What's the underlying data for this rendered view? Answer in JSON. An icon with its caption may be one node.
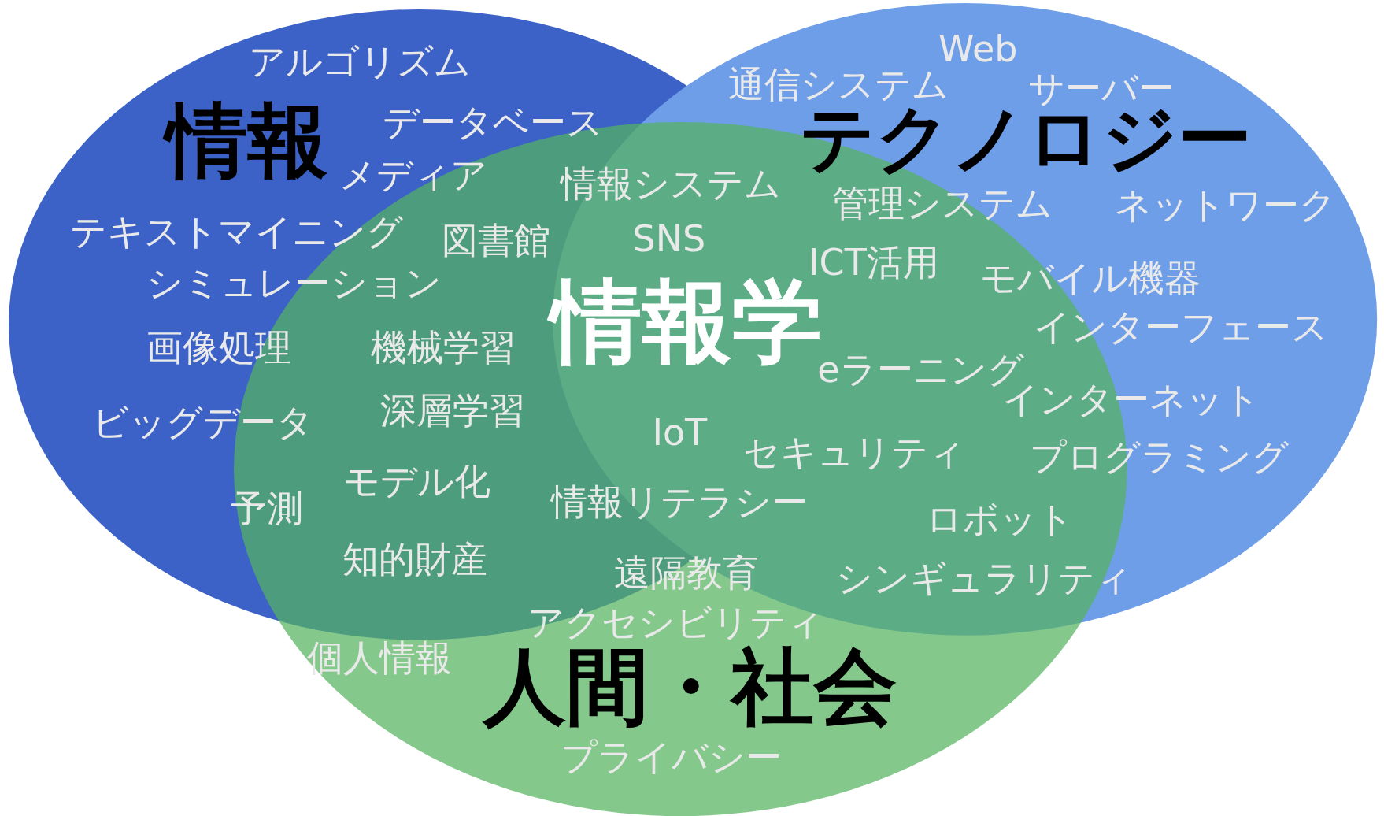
{
  "diagram": {
    "nodes": [
      {
        "text": [
          "情報"
        ]
      },
      {
        "text": [
          "テクノロジー"
        ]
      },
      {
        "text": [
          "人間・社会"
        ]
      }
    ],
    "labels": [
      "アルゴリズム",
      "Web",
      "通信システム",
      "サーバー",
      "データベース",
      "メディア",
      "情報システム",
      "管理システム",
      "ネットワーク",
      "テキストマイニング",
      "図書館",
      "SNS",
      "ICT活用",
      "シミュレーション",
      "モバイル機器",
      "情報学",
      "インターフェース",
      "画像処理",
      "機械学習",
      "eラーニング",
      "ビッグデータ",
      "深層学習",
      "インターネット",
      "IoT",
      "セキュリティ",
      "プログラミング",
      "モデル化",
      "予測",
      "情報リテラシー",
      "ロボット",
      "知的財産",
      "遠隔教育",
      "シンギュラリティ",
      "アクセシビリティ",
      "個人情報",
      "プライバシー"
    ]
  }
}
